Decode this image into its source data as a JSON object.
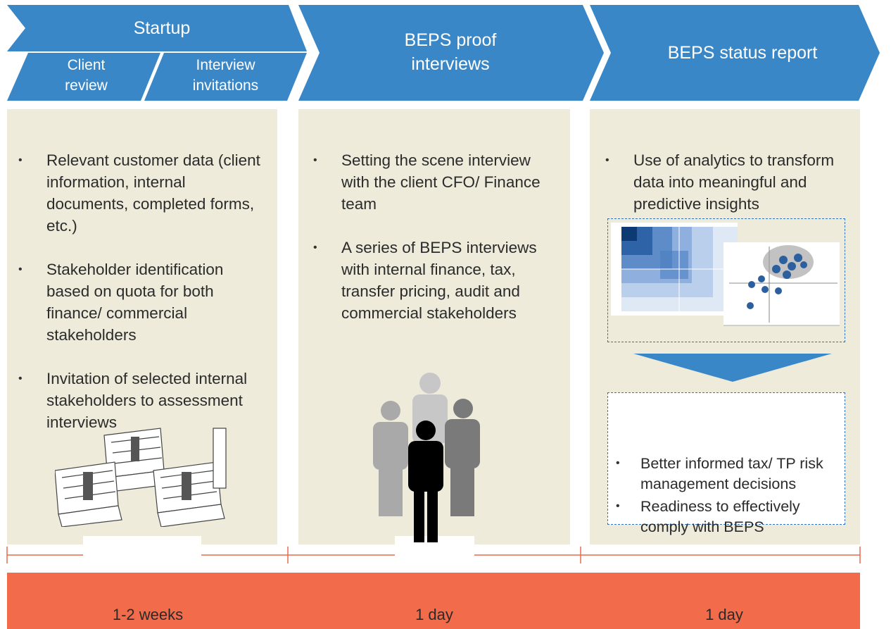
{
  "phases": [
    {
      "title": "Startup",
      "sub_left": "Client\nreview",
      "sub_right": "Interview\ninvitations"
    },
    {
      "title": "BEPS proof\ninterviews"
    },
    {
      "title": "BEPS status report"
    }
  ],
  "columns": [
    {
      "bullets": [
        "Relevant customer data (client information, internal documents, completed forms, etc.)",
        "Stakeholder identification based on quota for both finance/ commercial stakeholders",
        "Invitation of selected internal stakeholders to assessment interviews"
      ]
    },
    {
      "bullets": [
        "Setting the scene interview with the client CFO/ Finance team",
        "A series of BEPS interviews with internal finance, tax, transfer pricing, audit and commercial stakeholders"
      ]
    },
    {
      "bullets": [
        "Use of analytics to transform data into meaningful and predictive insights"
      ],
      "outcomes": [
        "Better informed tax/ TP risk management decisions",
        "Readiness to effectively comply with BEPS"
      ]
    }
  ],
  "durations": [
    "1-2 weeks",
    "1 day",
    "1 day"
  ],
  "colors": {
    "chevron": "#3a87c8",
    "panel": "#eeebdb",
    "timeline": "#f26b4a",
    "people_dark": "#000000"
  },
  "icons": [
    "buildings-icon",
    "people-icon",
    "risk-matrix-chart-icon",
    "down-arrow-icon"
  ]
}
